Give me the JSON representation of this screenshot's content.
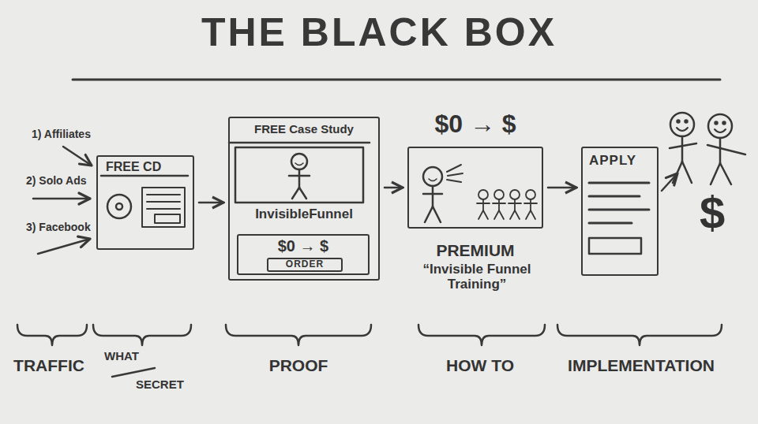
{
  "diagram": {
    "title": "THE BLACK BOX",
    "nodes": [
      {
        "text": [
          "FREE CD"
        ]
      },
      {
        "text": [
          "FREE Case Study",
          "InvisibleFunnel"
        ]
      },
      {
        "text": [
          "$0 → $"
        ],
        "in": 1
      },
      {
        "text": [
          "ORDER"
        ],
        "in": 2
      },
      {
        "text": [
          "$0 → $",
          "PREMIUM",
          "“Invisible Funnel Training”"
        ]
      },
      {
        "text": [
          "APPLY"
        ]
      }
    ],
    "edges": [
      {
        "from": 0,
        "to": 1,
        "arrow": "to"
      },
      {
        "from": 1,
        "to": 4,
        "arrow": "to"
      },
      {
        "from": 4,
        "to": 5,
        "arrow": "to"
      }
    ],
    "labels": [
      "1) Affiliates",
      "2) Solo Ads",
      "3) Facebook",
      "$",
      "TRAFFIC",
      "WHAT",
      "SECRET",
      "PROOF",
      "HOW TO",
      "IMPLEMENTATION"
    ]
  }
}
